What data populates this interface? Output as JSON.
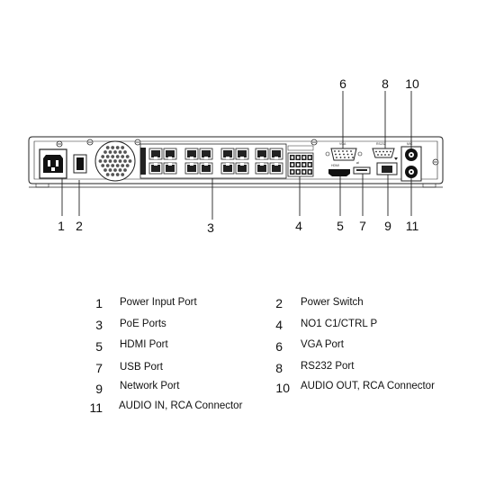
{
  "callouts": {
    "top": [
      "6",
      "8",
      "10"
    ],
    "bottom": [
      "1",
      "2",
      "3",
      "4",
      "5",
      "7",
      "9",
      "11"
    ]
  },
  "panel_labels": {
    "vga": "VGA",
    "rs232": "RS232",
    "mic": "MIC",
    "hdmi": "HDMI"
  },
  "legend": [
    {
      "num": "1",
      "text": "Power Input Port"
    },
    {
      "num": "2",
      "text": "Power Switch"
    },
    {
      "num": "3",
      "text": "PoE Ports"
    },
    {
      "num": "4",
      "text": "NO1 C1/CTRL P"
    },
    {
      "num": "5",
      "text": "HDMI Port"
    },
    {
      "num": "6",
      "text": "VGA Port"
    },
    {
      "num": "7",
      "text": "USB Port"
    },
    {
      "num": "8",
      "text": "RS232 Port"
    },
    {
      "num": "9",
      "text": "Network Port"
    },
    {
      "num": "10",
      "text": "AUDIO OUT, RCA Connector"
    },
    {
      "num": "11",
      "text": "AUDIO IN, RCA Connector"
    }
  ]
}
